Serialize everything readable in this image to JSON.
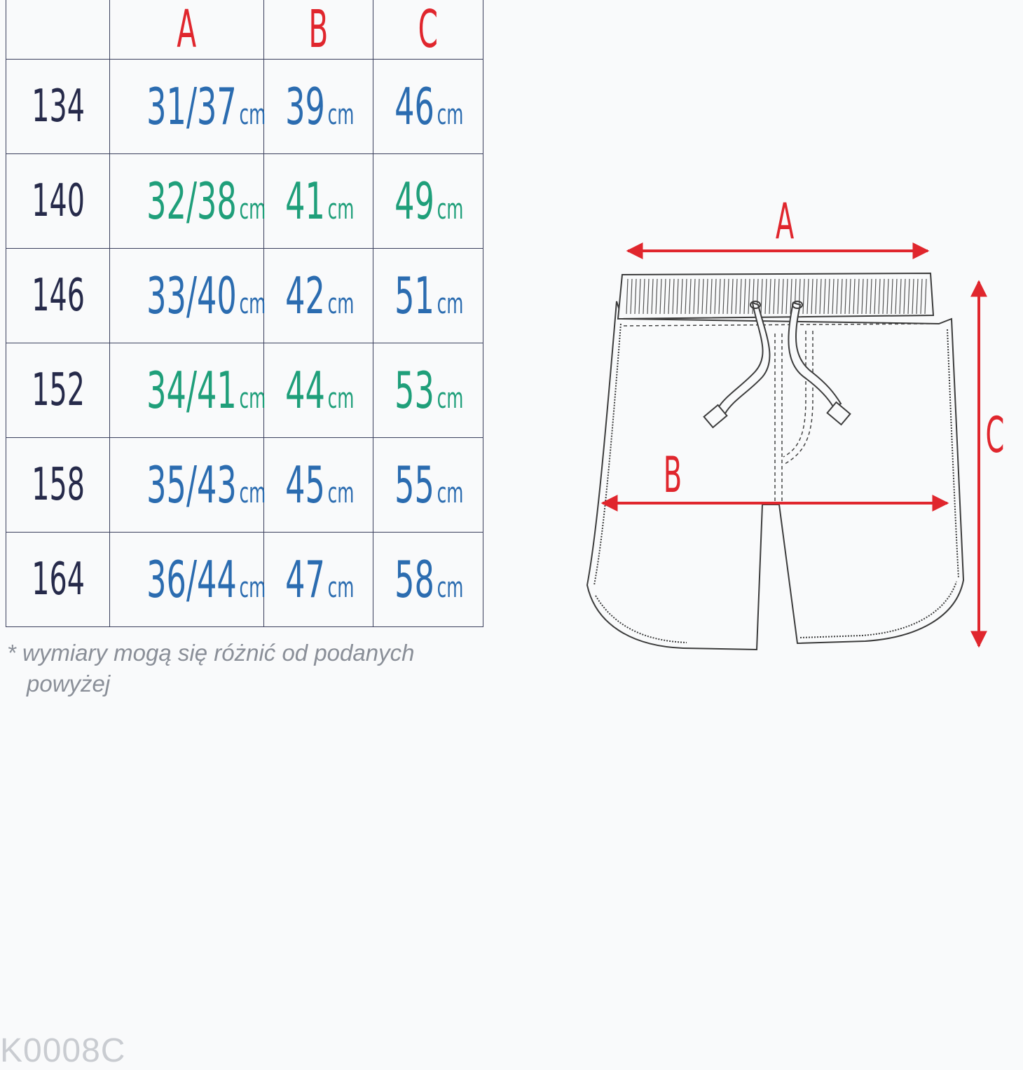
{
  "table": {
    "headers": [
      "A",
      "B",
      "C"
    ],
    "rows": [
      {
        "size": "134",
        "a": "31/37",
        "b": "39",
        "c": "46",
        "color": "blue"
      },
      {
        "size": "140",
        "a": "32/38",
        "b": "41",
        "c": "49",
        "color": "green"
      },
      {
        "size": "146",
        "a": "33/40",
        "b": "42",
        "c": "51",
        "color": "blue"
      },
      {
        "size": "152",
        "a": "34/41",
        "b": "44",
        "c": "53",
        "color": "green"
      },
      {
        "size": "158",
        "a": "35/43",
        "b": "45",
        "c": "55",
        "color": "blue"
      },
      {
        "size": "164",
        "a": "36/44",
        "b": "47",
        "c": "58",
        "color": "blue"
      }
    ],
    "unit": "cm"
  },
  "note": {
    "line1": "* wymiary mogą się różnić od podanych",
    "line2": "powyżej"
  },
  "product_code": "K0008C",
  "diagram": {
    "label_a": "A",
    "label_b": "B",
    "label_c": "C",
    "item_icon": "shorts-icon"
  },
  "colors": {
    "accent_red": "#e0262d",
    "value_blue": "#2b6cb0",
    "value_green": "#1f9f7a",
    "size_navy": "#262a4a"
  }
}
